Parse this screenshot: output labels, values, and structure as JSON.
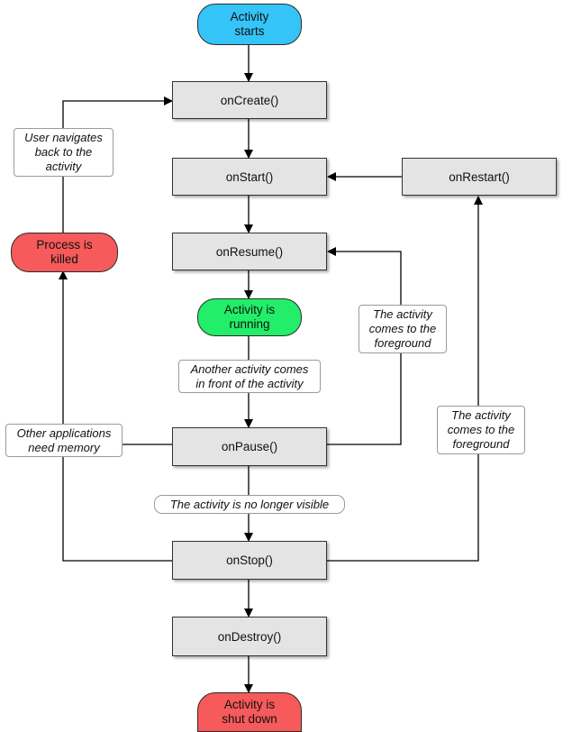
{
  "colors": {
    "start": "#35c4f7",
    "running": "#22ee6a",
    "terminal": "#f75a5a",
    "method_box": "#e4e4e4",
    "line": "#000000"
  },
  "terminals": {
    "activity_starts": "Activity\nstarts",
    "activity_running": "Activity is\nrunning",
    "process_killed": "Process is\nkilled",
    "activity_shut_down": "Activity is\nshut down"
  },
  "methods": {
    "on_create": "onCreate()",
    "on_start": "onStart()",
    "on_restart": "onRestart()",
    "on_resume": "onResume()",
    "on_pause": "onPause()",
    "on_stop": "onStop()",
    "on_destroy": "onDestroy()"
  },
  "transitions": {
    "user_navigates_back": "User navigates\nback to the\nactivity",
    "comes_to_foreground_resume": "The activity\ncomes to the\nforeground",
    "another_activity_front": "Another activity comes\nin front of the activity",
    "other_apps_need_memory": "Other applications\nneed memory",
    "comes_to_foreground_restart": "The activity\ncomes to the\nforeground",
    "no_longer_visible": "The activity is no longer visible"
  }
}
